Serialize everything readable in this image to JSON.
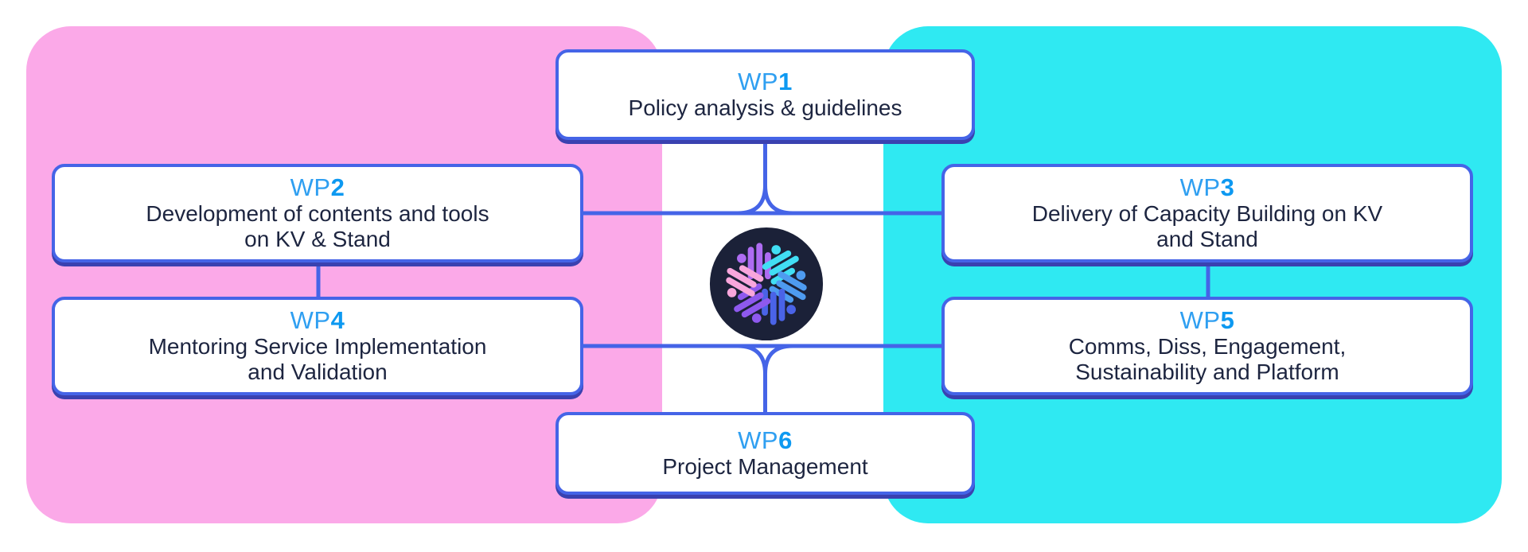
{
  "diagram": {
    "boxes": [
      {
        "id": "wp1",
        "label": "WP",
        "number": "1",
        "title": "Policy analysis & guidelines"
      },
      {
        "id": "wp2",
        "label": "WP",
        "number": "2",
        "title": "Development of contents and tools\non KV & Stand"
      },
      {
        "id": "wp3",
        "label": "WP",
        "number": "3",
        "title": "Delivery of Capacity Building on KV\nand Stand"
      },
      {
        "id": "wp4",
        "label": "WP",
        "number": "4",
        "title": "Mentoring Service Implementation\nand Validation"
      },
      {
        "id": "wp5",
        "label": "WP",
        "number": "5",
        "title": "Comms, Diss, Engagement,\nSustainability and Platform"
      },
      {
        "id": "wp6",
        "label": "WP",
        "number": "6",
        "title": "Project Management"
      }
    ],
    "logo": {
      "name": "project-logo",
      "background": "#1B2138",
      "petal_colors": [
        "#AE6CF2",
        "#41DEF4",
        "#4E9BF0",
        "#4A63E7",
        "#8E59EE",
        "#F9A6DC"
      ]
    },
    "colors": {
      "left_panel": "#FBA9E8",
      "right_panel": "#2FE9F2",
      "box_border": "#4564E7",
      "box_shadow": "#3A41B0",
      "wp_label": "#2F9FF1",
      "wp_number": "#0D99F1",
      "title_text": "#1D2540",
      "connector": "#4564E7"
    }
  }
}
